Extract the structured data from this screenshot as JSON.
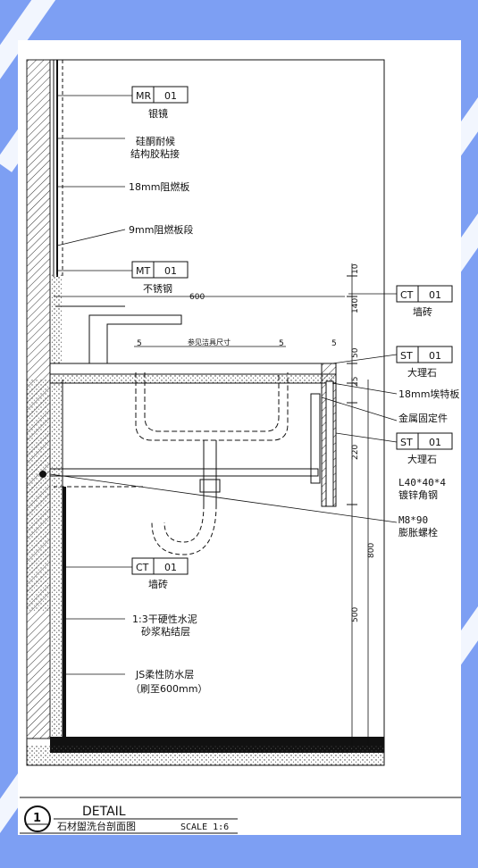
{
  "drawing": {
    "labels": {
      "mirror_code": "MR",
      "mirror_no": "01",
      "mirror_name": "银镜",
      "glue_1": "硅酮耐候",
      "glue_2": "结构胶粘接",
      "board18": "18mm阻燃板",
      "board9": "9mm阻燃板段",
      "steel_code": "MT",
      "steel_no": "01",
      "steel_name": "不锈钢",
      "tile_code": "CT",
      "tile_no": "01",
      "tile_name": "墙砖",
      "marble_code": "ST",
      "marble_no": "01",
      "marble_name": "大理石",
      "osb": "18mm埃特板",
      "fixing": "金属固定件",
      "marble2_code": "ST",
      "marble2_no": "01",
      "marble2_name": "大理石",
      "angle_1": "L40*40*4",
      "angle_2": "镀锌角钢",
      "bolt_1": "M8*90",
      "bolt_2": "膨胀螺栓",
      "tile2_code": "CT",
      "tile2_no": "01",
      "tile2_name": "墙砖",
      "mortar_1": "1:3干硬性水泥",
      "mortar_2": "砂浆粘结层",
      "js_1": "JS柔性防水层",
      "js_2": "（刷至600mm）",
      "basin_size": "参见洁具尺寸"
    },
    "dims": {
      "d600": "600",
      "d10": "10",
      "d140": "140",
      "d5a": "5",
      "d5b": "5",
      "d5c": "5",
      "d50": "50",
      "d25": "25",
      "d220": "220",
      "d800": "800",
      "d500": "500"
    }
  },
  "title_block": {
    "number": "1",
    "title": "DETAIL",
    "subtitle": "石材盥洗台剖面图",
    "scale": "SCALE 1:6"
  }
}
